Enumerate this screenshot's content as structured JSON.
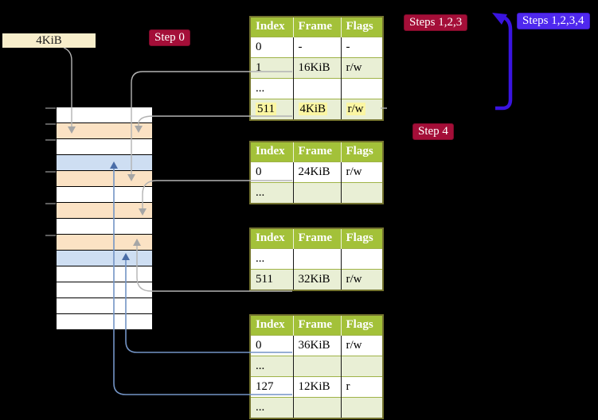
{
  "colors": {
    "badge_red": "#a40e38",
    "badge_blue": "#4f28ee",
    "table_header_green": "#a3c139",
    "table_row_green": "#e9efd5",
    "table_border_olive": "#74742f",
    "highlight_yellow": "#fbf6a3",
    "memory_orange": "#fbe2c4",
    "memory_blue": "#cedef2",
    "gray_connector": "#b3b3b3",
    "blue_connector": "#7394c5",
    "big_arrow_blue": "#3a14e0",
    "label_cream": "#f8eecb"
  },
  "labels": {
    "page_size": "4KiB",
    "step0": "Step 0",
    "steps123": "Steps 1,2,3",
    "steps1234": "Steps 1,2,3,4",
    "step4": "Step 4"
  },
  "memory": {
    "rows": [
      "white",
      "orange",
      "white",
      "blue",
      "orange",
      "white",
      "orange",
      "white",
      "orange",
      "blue",
      "white",
      "white",
      "white",
      "white"
    ]
  },
  "tables": [
    {
      "name": "page-table-top",
      "headers": [
        "Index",
        "Frame",
        "Flags"
      ],
      "rows": [
        {
          "cells": [
            "0",
            "-",
            "-"
          ],
          "shaded": false,
          "highlight": false
        },
        {
          "cells": [
            "1",
            "16KiB",
            "r/w"
          ],
          "shaded": true,
          "highlight": false
        },
        {
          "cells": [
            "...",
            "",
            ""
          ],
          "shaded": false,
          "highlight": false
        },
        {
          "cells": [
            "511",
            "4KiB",
            "r/w"
          ],
          "shaded": true,
          "highlight": true
        }
      ]
    },
    {
      "name": "page-table-second",
      "headers": [
        "Index",
        "Frame",
        "Flags"
      ],
      "rows": [
        {
          "cells": [
            "0",
            "24KiB",
            "r/w"
          ],
          "shaded": false,
          "highlight": false
        },
        {
          "cells": [
            "...",
            "",
            ""
          ],
          "shaded": true,
          "highlight": false
        }
      ]
    },
    {
      "name": "page-table-third",
      "headers": [
        "Index",
        "Frame",
        "Flags"
      ],
      "rows": [
        {
          "cells": [
            "...",
            "",
            ""
          ],
          "shaded": false,
          "highlight": false
        },
        {
          "cells": [
            "511",
            "32KiB",
            "r/w"
          ],
          "shaded": true,
          "highlight": false
        }
      ]
    },
    {
      "name": "page-table-bottom",
      "headers": [
        "Index",
        "Frame",
        "Flags"
      ],
      "rows": [
        {
          "cells": [
            "0",
            "36KiB",
            "r/w"
          ],
          "shaded": false,
          "highlight": false
        },
        {
          "cells": [
            "...",
            "",
            ""
          ],
          "shaded": true,
          "highlight": false
        },
        {
          "cells": [
            "127",
            "12KiB",
            "r"
          ],
          "shaded": false,
          "highlight": false
        },
        {
          "cells": [
            "...",
            "",
            ""
          ],
          "shaded": true,
          "highlight": false
        }
      ]
    }
  ],
  "connectors": [
    {
      "from": "4KiB-label",
      "to": "memory-row-2",
      "color": "gray"
    },
    {
      "from": "table1-index-1-frame-16KiB",
      "to": "memory-row-5",
      "color": "gray"
    },
    {
      "from": "table1-index-511-frame-4KiB",
      "to": "memory-row-2",
      "color": "gray"
    },
    {
      "from": "table2-index-0-frame-24KiB",
      "to": "memory-row-7",
      "color": "gray"
    },
    {
      "from": "table3-index-511-frame-32KiB",
      "to": "memory-row-9",
      "color": "gray"
    },
    {
      "from": "table4-index-0-frame-36KiB",
      "to": "memory-row-10",
      "color": "blue"
    },
    {
      "from": "table4-index-127-frame-12KiB",
      "to": "memory-row-4",
      "color": "blue"
    },
    {
      "from": "table1-row-511",
      "to": "steps-badges",
      "color": "big-blue"
    }
  ]
}
